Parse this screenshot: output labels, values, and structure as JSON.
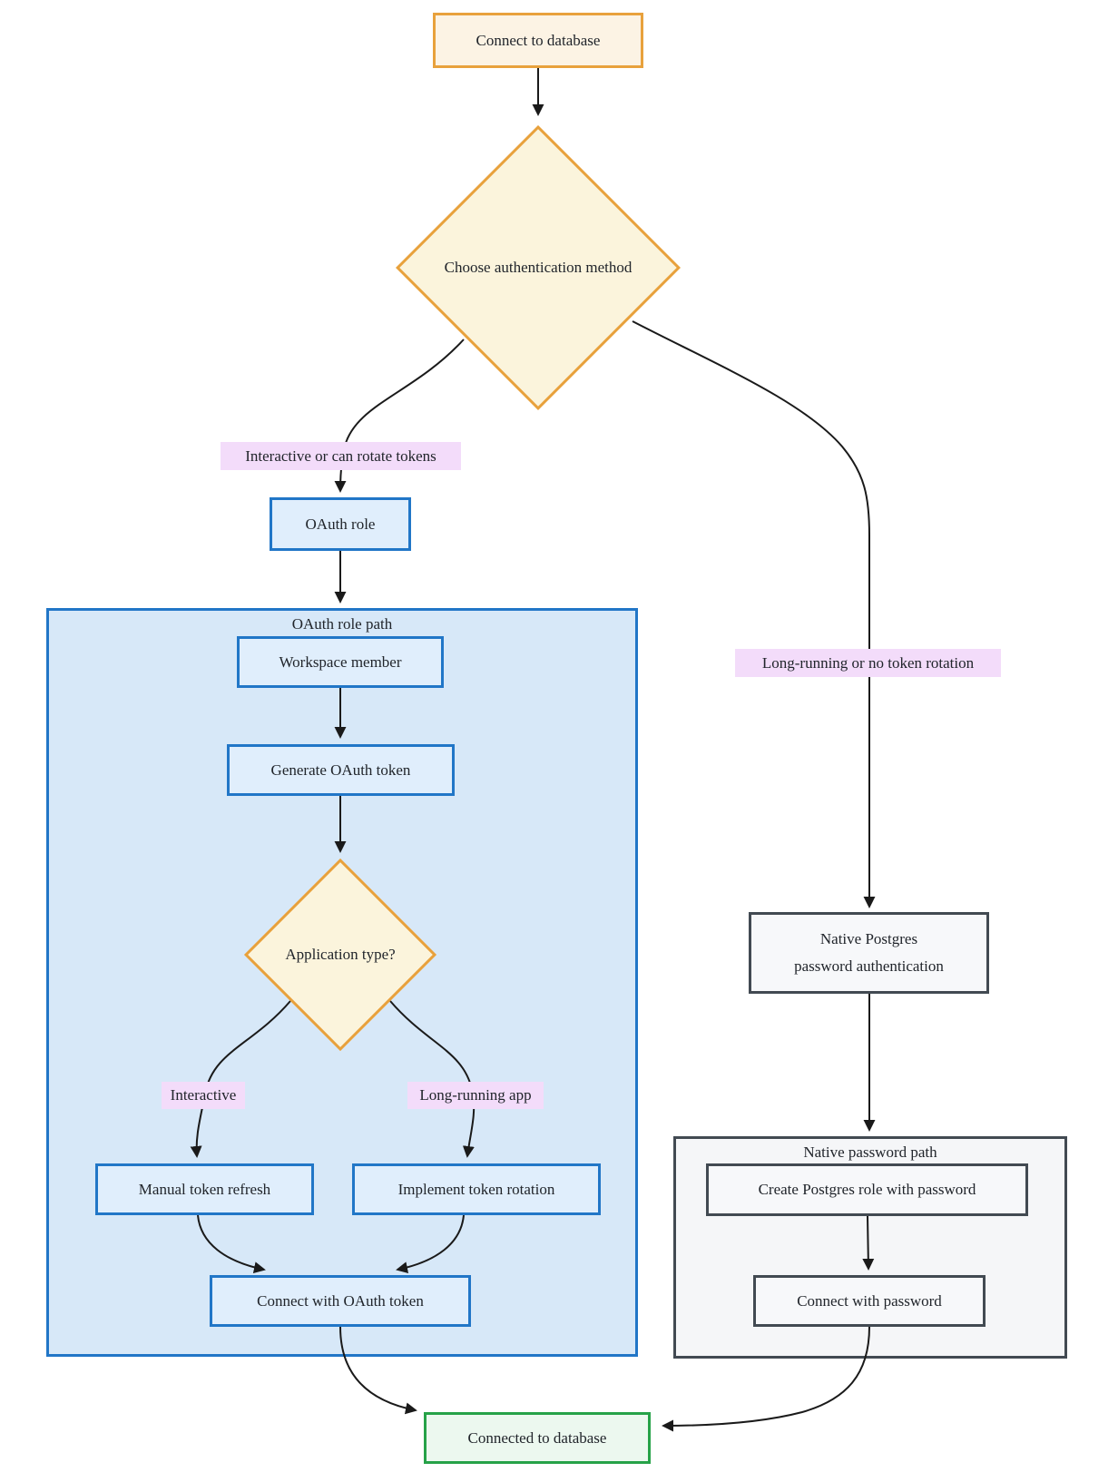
{
  "colors": {
    "orange_border": "#E8A13C",
    "orange_fill": "#FCF3E4",
    "diamond_fill": "#FBF4DC",
    "blue_border": "#2176C7",
    "blue_fill": "#E0EEFC",
    "blue_container_fill": "#D7E8F8",
    "gray_border": "#424A52",
    "gray_fill": "#F5F6F8",
    "gray_node_fill": "#F7F8FA",
    "green_border": "#26A248",
    "green_fill": "#ECF8EF",
    "label_bg": "#F3DCFA",
    "arrow": "#1A1A1A",
    "text": "#21252B"
  },
  "flowchart": {
    "start": {
      "label": "Connect to database"
    },
    "decision_auth": {
      "label": "Choose authentication method"
    },
    "edge_labels": {
      "to_oauth": "Interactive or can rotate tokens",
      "to_native": "Long-running or no token rotation",
      "interactive": "Interactive",
      "long_running": "Long-running app"
    },
    "oauth_role": {
      "label": "OAuth role"
    },
    "oauth_subgraph": {
      "title": "OAuth role path",
      "workspace_member": "Workspace member",
      "generate_token": "Generate OAuth token",
      "decision_app_type": "Application type?",
      "manual_refresh": "Manual token refresh",
      "token_rotation": "Implement token rotation",
      "connect_oauth": "Connect with OAuth token"
    },
    "native_auth": {
      "line1": "Native Postgres",
      "line2": "password authentication"
    },
    "native_subgraph": {
      "title": "Native password path",
      "create_role": "Create Postgres role with password",
      "connect_password": "Connect with password"
    },
    "end": {
      "label": "Connected to database"
    }
  }
}
